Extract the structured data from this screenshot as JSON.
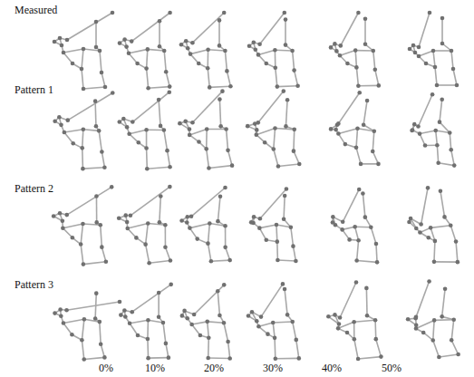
{
  "diagram": {
    "labels": [
      "Measured",
      "Pattern 1",
      "Pattern 2",
      "Pattern 3",
      "0%",
      "10%",
      "20%",
      "30%",
      "40%",
      "50%"
    ]
  }
}
